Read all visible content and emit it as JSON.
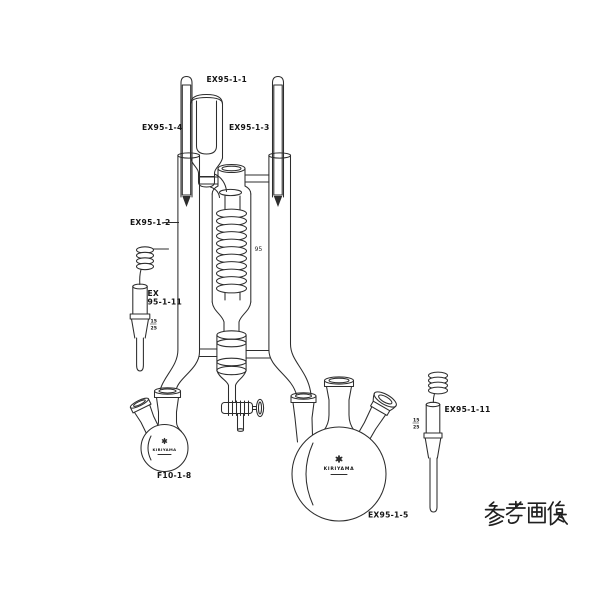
{
  "caption": {
    "text": "参考画像"
  },
  "brand": {
    "name": "KIRIYAMA"
  },
  "labels": {
    "top_assembly": "EX95-1-1",
    "left_gauge_tube": "EX95-1-4",
    "upper_cylinder": "EX95-1-3",
    "outer_jacket": "EX95-1-2",
    "condenser_mark": "95",
    "left_accessory_line1": "EX",
    "left_accessory_line2": "95-1-11",
    "right_accessory": "EX95-1-11",
    "small_flask": "F10-1-8",
    "large_flask": "EX95-1-5",
    "joint_size_numerator": "15",
    "joint_size_denominator": "25"
  }
}
